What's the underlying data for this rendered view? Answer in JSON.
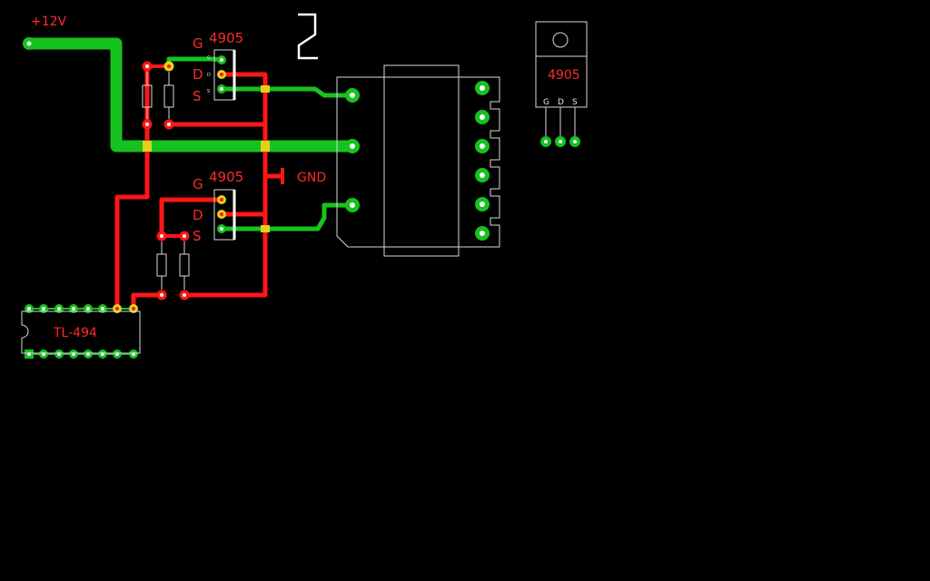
{
  "labels": {
    "supply": "+12V",
    "gnd": "GND",
    "mosfet_top_part": "4905",
    "mosfet_bottom_part": "4905",
    "mosfet_side_part": "4905",
    "ic_name": "TL-494",
    "layer_number": "2"
  },
  "pins": {
    "top_g": "G",
    "top_d": "D",
    "top_s": "S",
    "bot_g": "G",
    "bot_d": "D",
    "bot_s": "S",
    "side_g": "G",
    "side_d": "D",
    "side_s": "S",
    "tiny_g": "G",
    "tiny_d": "D",
    "tiny_s": "S"
  },
  "colors": {
    "background": "#000000",
    "bottom_layer": "#16c21f",
    "top_layer": "#ff1616",
    "silkscreen": "#d8d8d8",
    "label": "#ff2a2a",
    "overlap": "#e0d21a"
  }
}
